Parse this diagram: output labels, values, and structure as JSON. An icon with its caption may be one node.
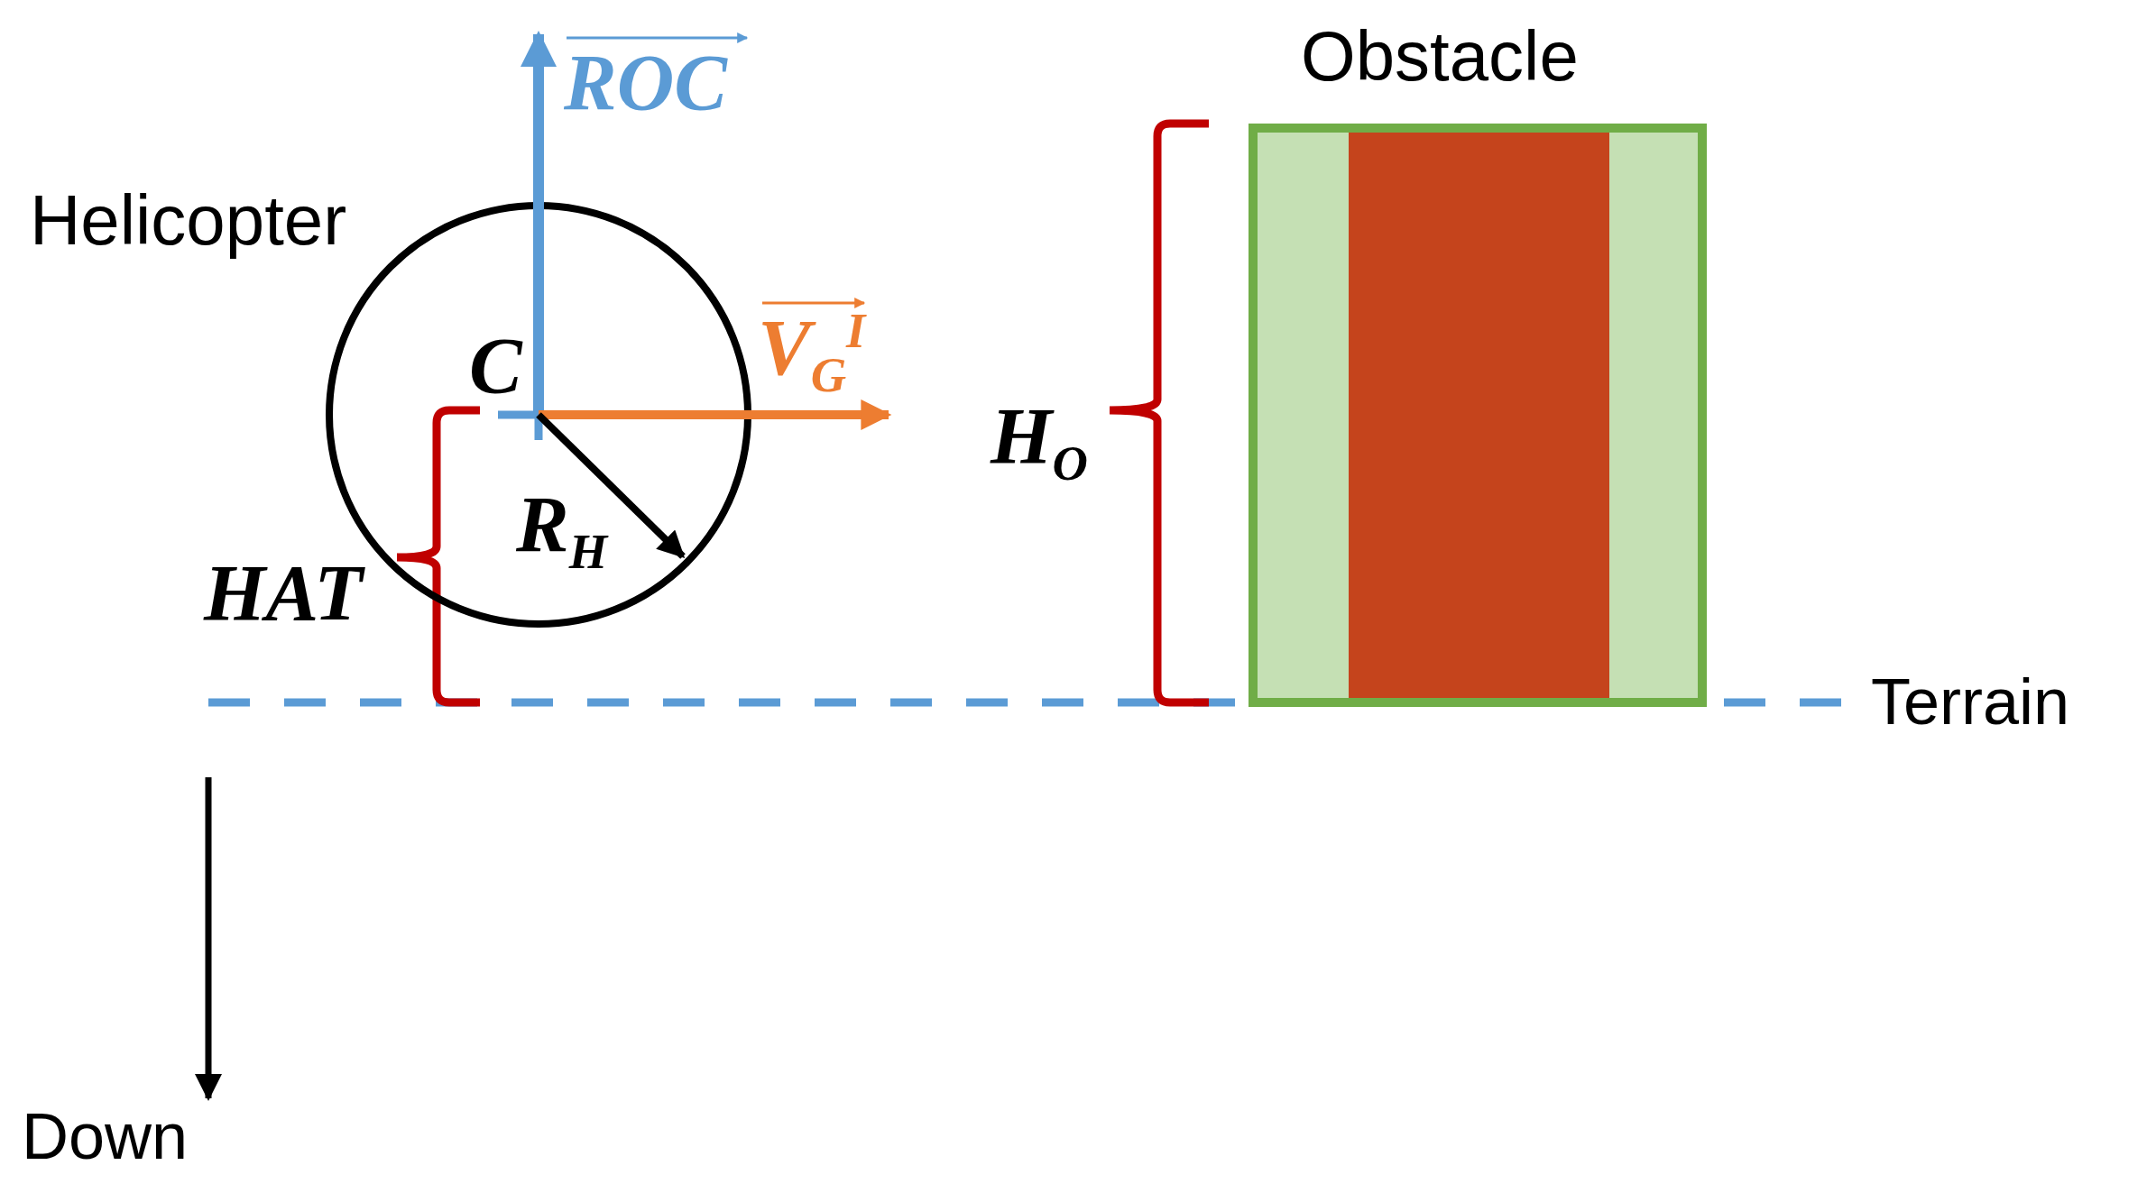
{
  "diagram": {
    "nodes": [
      {
        "text": [
          "Helicopter"
        ]
      },
      {
        "text": [
          "Obstacle"
        ]
      }
    ],
    "labels": [
      "ROC",
      "V$_{G}$$^{I}$",
      "C",
      "H$_{O}$",
      "R$_{H}$",
      "HAT",
      "Terrain",
      "Down"
    ]
  }
}
